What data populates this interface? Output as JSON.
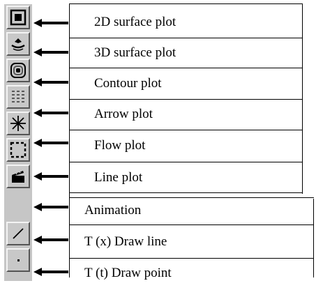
{
  "items": [
    {
      "label": "2D surface plot",
      "icon": "surface-2d-icon"
    },
    {
      "label": "3D surface plot",
      "icon": "surface-3d-icon"
    },
    {
      "label": "Contour plot",
      "icon": "contour-icon"
    },
    {
      "label": "Arrow plot",
      "icon": "arrow-plot-icon"
    },
    {
      "label": "Flow plot",
      "icon": "flow-icon"
    },
    {
      "label": "Line plot",
      "icon": "line-plot-icon"
    },
    {
      "label": "Animation",
      "icon": "animation-icon"
    },
    {
      "label": "T (x) Draw line",
      "icon": "draw-line-icon"
    },
    {
      "label": "T (t) Draw point",
      "icon": "draw-point-icon"
    }
  ]
}
